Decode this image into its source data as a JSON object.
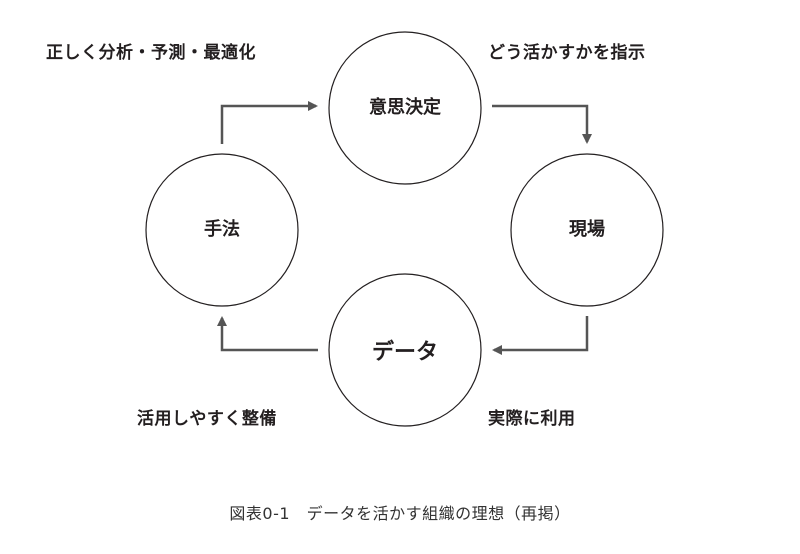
{
  "nodes": {
    "decision": "意思決定",
    "field": "現場",
    "data": "データ",
    "method": "手法"
  },
  "annotations": {
    "top_left": "正しく分析・予測・最適化",
    "top_right": "どう活かすかを指示",
    "bottom_left": "活用しやすく整備",
    "bottom_right": "実際に利用"
  },
  "caption": "図表0-1　データを活かす組織の理想（再掲）",
  "colors": {
    "stroke": "#231f20",
    "arrow": "#555555"
  }
}
